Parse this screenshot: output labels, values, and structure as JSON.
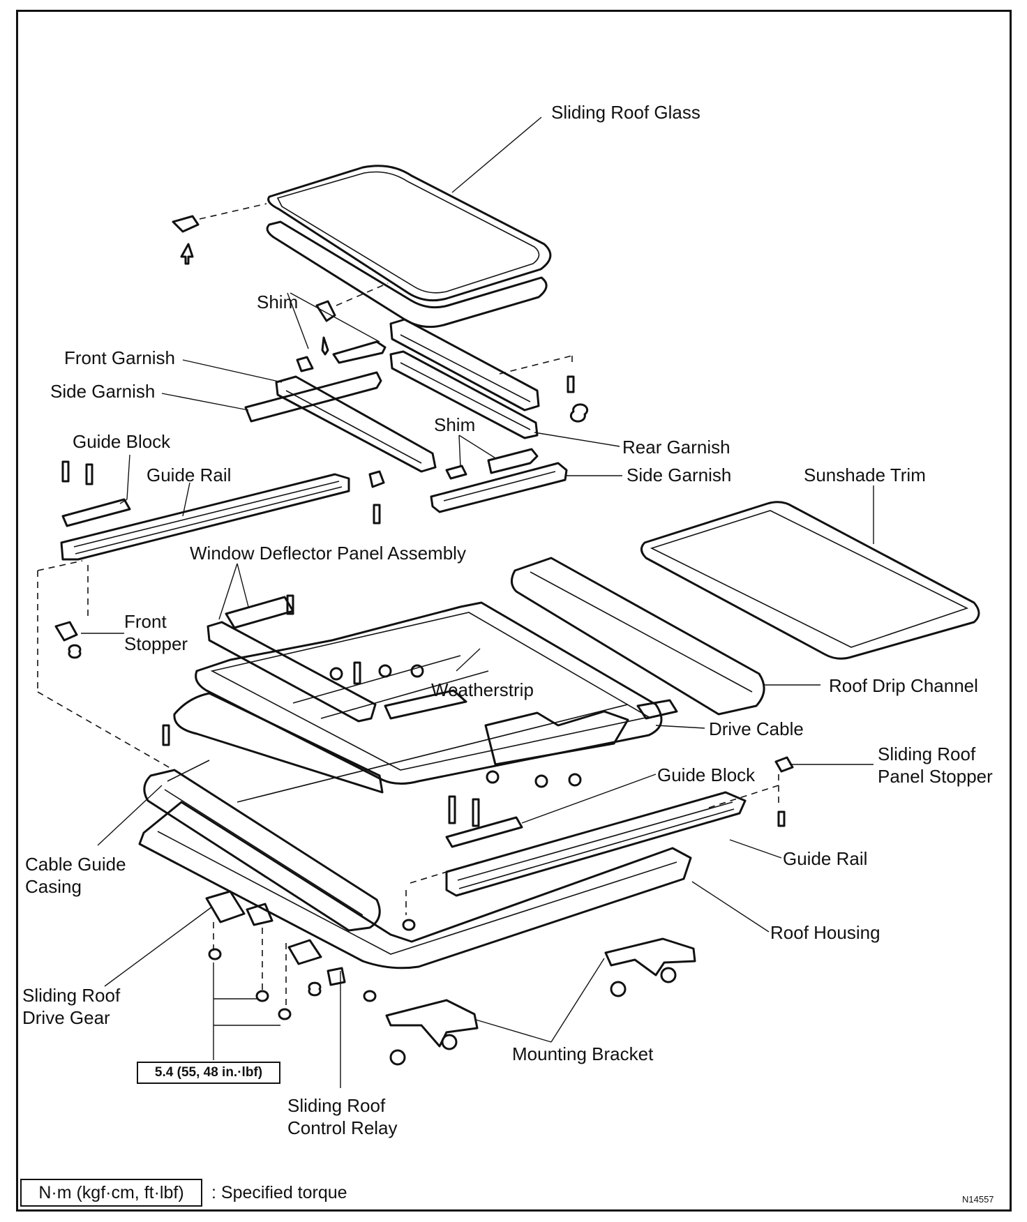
{
  "labels": {
    "sliding_roof_glass": "Sliding Roof Glass",
    "shim_top": "Shim",
    "front_garnish": "Front Garnish",
    "side_garnish_left": "Side Garnish",
    "guide_block_top": "Guide Block",
    "guide_rail_top": "Guide Rail",
    "shim_mid": "Shim",
    "rear_garnish": "Rear Garnish",
    "side_garnish_right": "Side Garnish",
    "sunshade_trim": "Sunshade Trim",
    "window_deflector": "Window Deflector Panel Assembly",
    "front_stopper_1": "Front",
    "front_stopper_2": "Stopper",
    "weatherstrip": "Weatherstrip",
    "roof_drip_channel": "Roof Drip Channel",
    "drive_cable": "Drive Cable",
    "panel_stopper_1": "Sliding Roof",
    "panel_stopper_2": "Panel Stopper",
    "guide_block_bottom": "Guide Block",
    "guide_rail_bottom": "Guide Rail",
    "cable_guide_1": "Cable Guide",
    "cable_guide_2": "Casing",
    "roof_housing": "Roof Housing",
    "drive_gear_1": "Sliding Roof",
    "drive_gear_2": "Drive Gear",
    "mounting_bracket": "Mounting Bracket",
    "control_relay_1": "Sliding Roof",
    "control_relay_2": "Control Relay"
  },
  "torque_value": "5.4 (55, 48 in.·lbf)",
  "legend": {
    "unit": "N·m (kgf·cm, ft·lbf)",
    "meaning": ": Specified torque"
  },
  "figure_number": "N14557"
}
